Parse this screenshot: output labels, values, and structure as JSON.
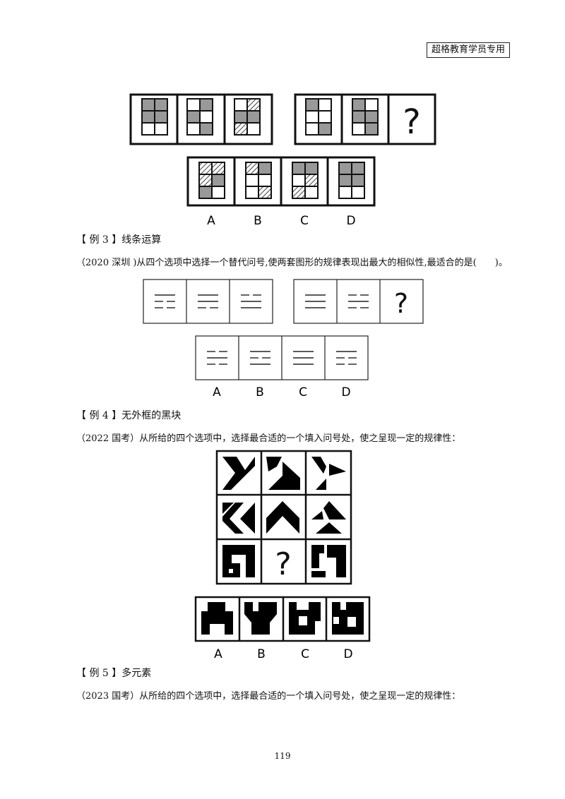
{
  "header": {
    "stamp": "超格教育学员专用"
  },
  "figure1": {
    "option_labels": [
      "A",
      "B",
      "C",
      "D"
    ],
    "question_mark": "?"
  },
  "example3": {
    "heading": "【 例 3 】线条运算",
    "question": "（2020 深圳 )从四个选项中选择一个替代问号,使两套图形的规律表现出最大的相似性,最适合的是(　　)。",
    "question_mark": "?",
    "option_labels": [
      "A",
      "B",
      "C",
      "D"
    ]
  },
  "example4": {
    "heading": "【 例 4 】无外框的黑块",
    "question": "（2022 国考）从所给的四个选项中，选择最合适的一个填入问号处，使之呈现一定的规律性：",
    "question_mark": "?",
    "option_labels": [
      "A",
      "B",
      "C",
      "D"
    ]
  },
  "example5": {
    "heading": "【 例 5 】多元素",
    "question": "（2023 国考）从所给的四个选项中，选择最合适的一个填入问号处，使之呈现一定的规律性："
  },
  "footer": {
    "page_number": "119"
  }
}
